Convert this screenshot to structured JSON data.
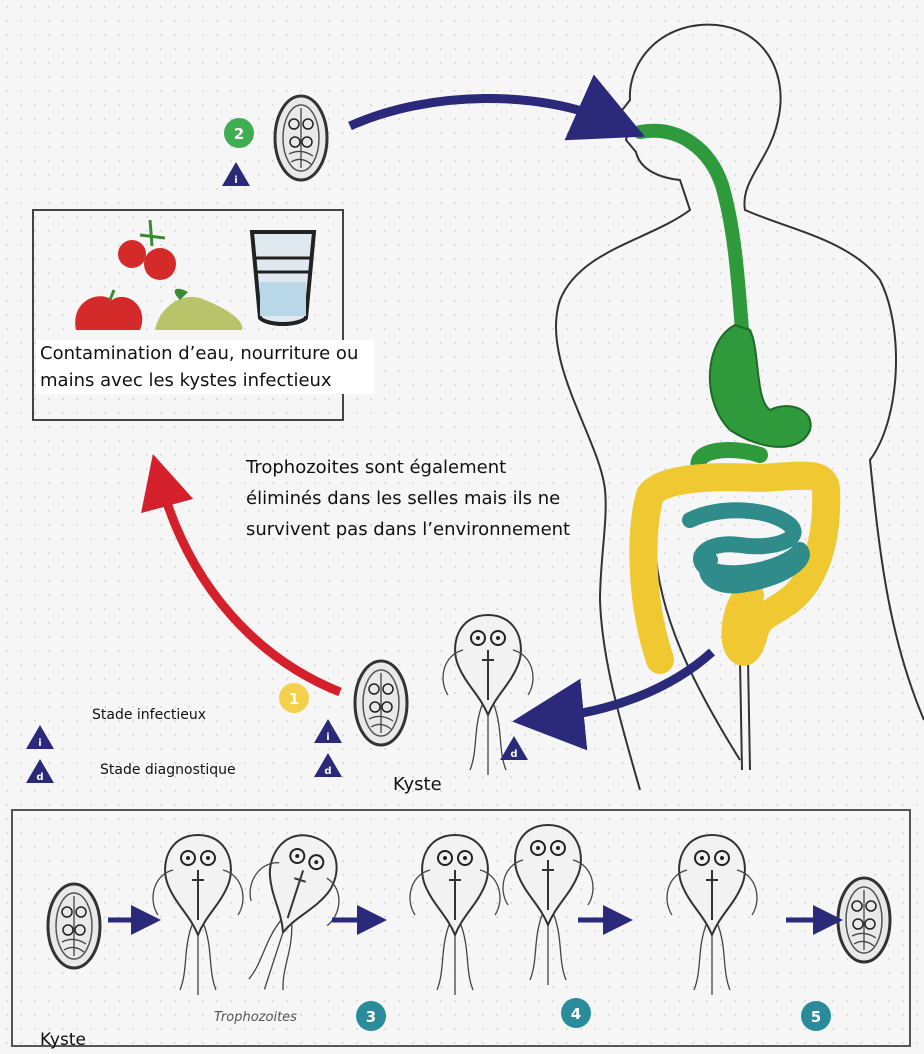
{
  "texts": {
    "contamination": "Contamination d’eau, nourriture ou mains avec les kystes infectieux",
    "trophozoites_note": "Trophozoites sont également éliminés dans les selles mais ils ne survivent pas dans l’environnement",
    "legend_infectious": "Stade infectieux",
    "legend_diagnostic": "Stade diagnostique",
    "kyste_label": "Kyste",
    "kyste_bottom_label": "Kyste",
    "trophozoites_caption": "Trophozoites"
  },
  "markers": {
    "step_1": "1",
    "step_2": "2",
    "step_3": "3",
    "step_4": "4",
    "step_5": "5",
    "infective_symbol": "i",
    "diagnostic_symbol": "d"
  },
  "colors": {
    "cycle_arrow": "#2b2a7a",
    "return_arrow": "#d4202a",
    "stomach_esophagus": "#2f9a3c",
    "colon": "#f0c832",
    "small_intestine": "#2f8c8a",
    "badge_green": "#3fae52",
    "badge_teal": "#2a8c9a",
    "badge_yellow": "#f3d14a"
  }
}
